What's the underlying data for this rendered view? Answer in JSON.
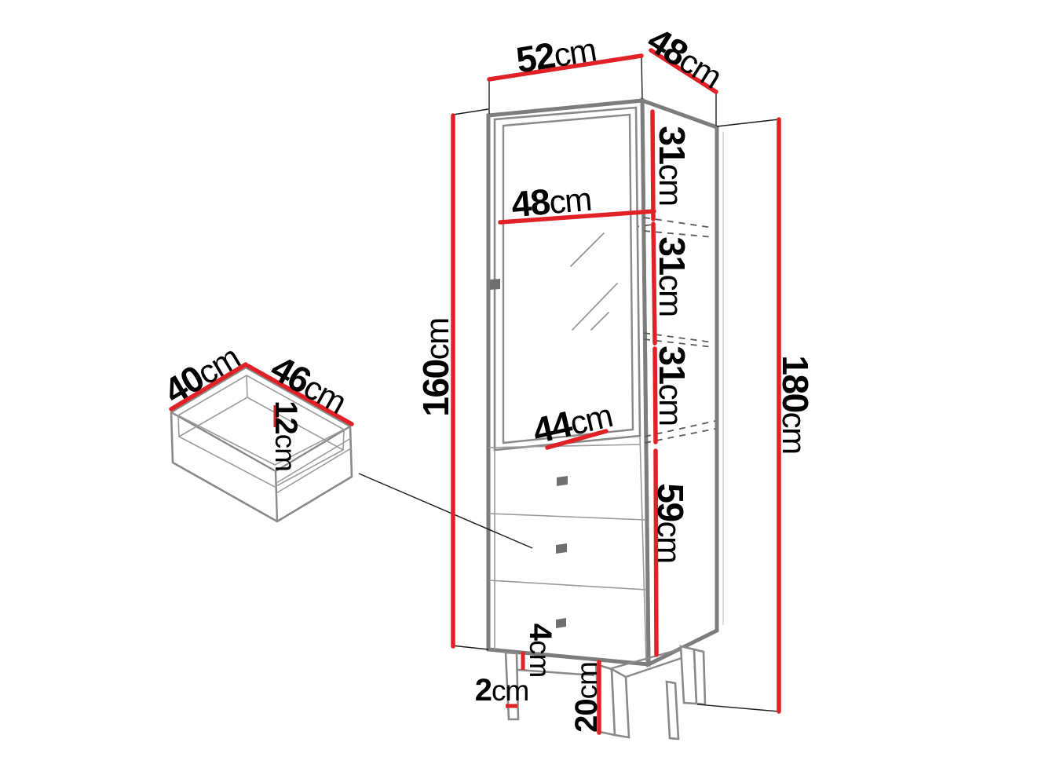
{
  "diagram": {
    "type": "furniture dimension diagram",
    "subject": "tall display cabinet with glass door, three drawers and legs, plus detached drawer box detail",
    "unit": "cm",
    "dimensions": {
      "top_width": {
        "value": "52",
        "unit": "cm"
      },
      "top_depth": {
        "value": "48",
        "unit": "cm"
      },
      "upper_section_1": {
        "value": "31",
        "unit": "cm"
      },
      "interior_shelf_width": {
        "value": "48",
        "unit": "cm"
      },
      "upper_section_2": {
        "value": "31",
        "unit": "cm"
      },
      "upper_section_3": {
        "value": "31",
        "unit": "cm"
      },
      "body_height": {
        "value": "160",
        "unit": "cm"
      },
      "total_height": {
        "value": "180",
        "unit": "cm"
      },
      "interior_bottom_width": {
        "value": "44",
        "unit": "cm"
      },
      "drawer_section_height": {
        "value": "59",
        "unit": "cm"
      },
      "drawer_depth": {
        "value": "40",
        "unit": "cm"
      },
      "drawer_width": {
        "value": "46",
        "unit": "cm"
      },
      "drawer_inner_height": {
        "value": "12",
        "unit": "cm"
      },
      "base_rail_height": {
        "value": "4",
        "unit": "cm"
      },
      "leg_thickness": {
        "value": "2",
        "unit": "cm"
      },
      "leg_height": {
        "value": "20",
        "unit": "cm"
      }
    },
    "colors": {
      "dimension_red": "#e02227",
      "outline_gray": "#7d7d7d",
      "frame_gray": "#8a8a8a",
      "handle_gray": "#6f6f6f",
      "extension_black": "#1c1c1c",
      "background": "#ffffff"
    }
  }
}
